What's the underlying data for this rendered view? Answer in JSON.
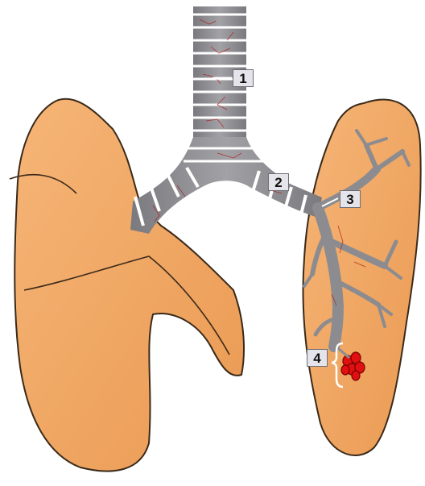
{
  "colors": {
    "lung_fill": "#f2a660",
    "lung_outline": "#3a2a1a",
    "airway_fill": "#8c8c90",
    "cartilage_ring": "#ffffff",
    "capillary": "#b01818",
    "alveoli": "#e01010",
    "label_bg": "#e4e4ea",
    "label_border": "#6c6c74",
    "bracket": "#ffffff"
  },
  "labels": [
    {
      "id": "trachea",
      "text": "1"
    },
    {
      "id": "main-bronchus",
      "text": "2"
    },
    {
      "id": "bronchiole",
      "text": "3"
    },
    {
      "id": "alveoli",
      "text": "4"
    }
  ]
}
